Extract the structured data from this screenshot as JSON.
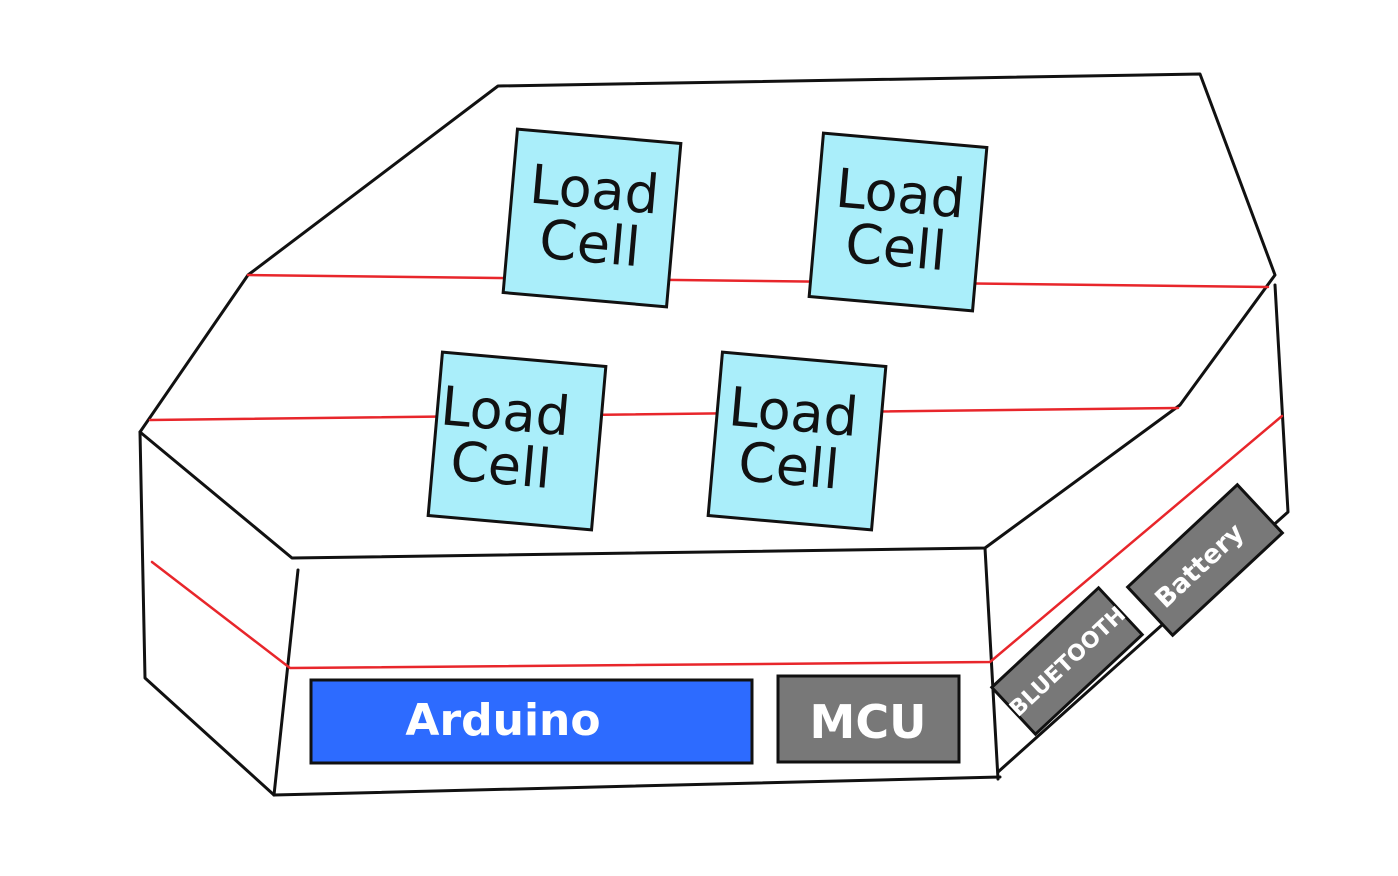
{
  "diagram": {
    "load_cells": [
      {
        "line1": "Load",
        "line2": "Cell"
      },
      {
        "line1": "Load",
        "line2": "Cell"
      },
      {
        "line1": "Load",
        "line2": "Cell"
      },
      {
        "line1": "Load",
        "line2": "Cell"
      }
    ],
    "components": {
      "arduino": "Arduino",
      "mcu": "MCU",
      "bluetooth": "BLUETOOTH",
      "battery": "Battery"
    },
    "colors": {
      "load_cell_fill": "#aaeefa",
      "arduino_fill": "#2d6bff",
      "mcu_fill": "#787878",
      "module_fill": "#787878",
      "wire": "#e8262b",
      "outline": "#111111"
    }
  }
}
